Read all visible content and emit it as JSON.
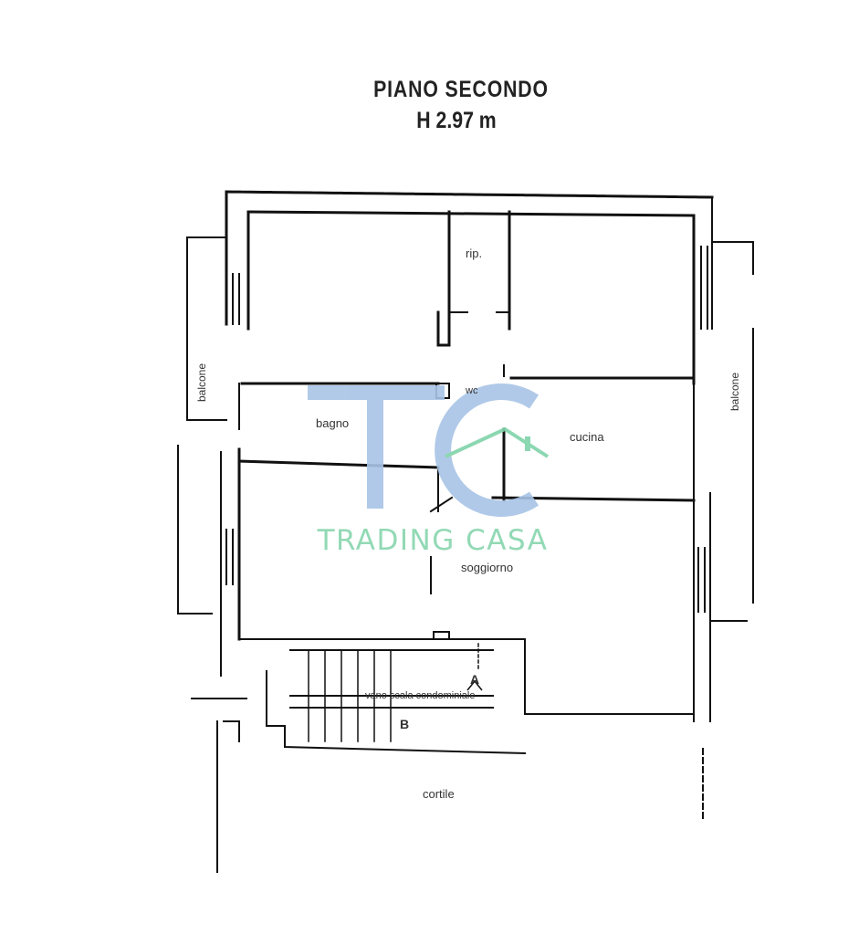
{
  "plan": {
    "title": "PIANO SECONDO",
    "height": "H 2.97 m"
  },
  "rooms": {
    "room_top_middle": "rip.",
    "room_bath": "bagno",
    "room_wc": "wc",
    "room_kitchen": "cucina",
    "room_living": "soggiorno",
    "balcony_left": "balcone",
    "balcony_right": "balcone",
    "stairs": "scala",
    "stairs_label": "vano scala condominiale",
    "courtyard": "cortile",
    "section_marker_a": "A",
    "section_marker_b": "B"
  },
  "watermark": {
    "logo_letters": "TC",
    "brand_name": "TRADING CASA",
    "logo_color": "#a8c4e6",
    "brand_color": "#7fd3a9"
  },
  "colors": {
    "wall": "#111111",
    "background": "#ffffff"
  }
}
